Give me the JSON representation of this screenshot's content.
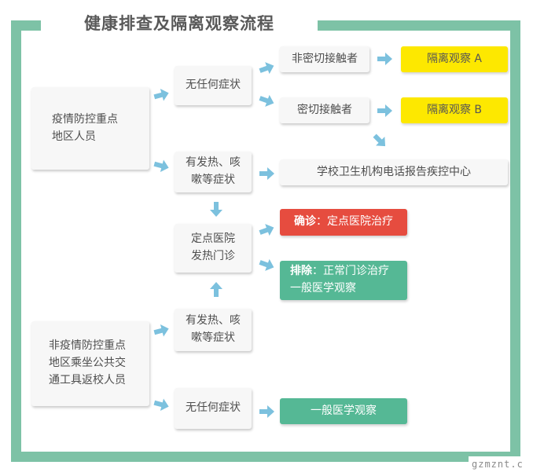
{
  "title": "健康排查及隔离观察流程",
  "nodes": {
    "epidemic_area": "疫情防控重点\n地区人员",
    "non_epidemic_area": "非疫情防控重点\n地区乘坐公共交\n通工具返校人员",
    "no_symptoms_1": "无任何症状",
    "fever_cough_1": "有发热、咳\n嗽等症状",
    "non_close_contact": "非密切接触者",
    "close_contact": "密切接触者",
    "isolation_a": "隔离观察 A",
    "isolation_b": "隔离观察 B",
    "school_report": "学校卫生机构电话报告疾控中心",
    "designated_clinic": "定点医院\n发热门诊",
    "confirmed_label": "确诊",
    "confirmed_text": "：定点医院治疗",
    "excluded_label": "排除",
    "excluded_text": "：正常门诊治疗\n一般医学观察",
    "fever_cough_2": "有发热、咳\n嗽等症状",
    "no_symptoms_2": "无任何症状",
    "general_observation": "一般医学观察"
  },
  "watermark": "gzmznt.c",
  "colors": {
    "frame": "#7dc2a6",
    "arrow": "#7cc1de",
    "box": "#f7f7f7",
    "yellow": "#fde800",
    "red": "#e64c3f",
    "teal": "#55b895"
  }
}
